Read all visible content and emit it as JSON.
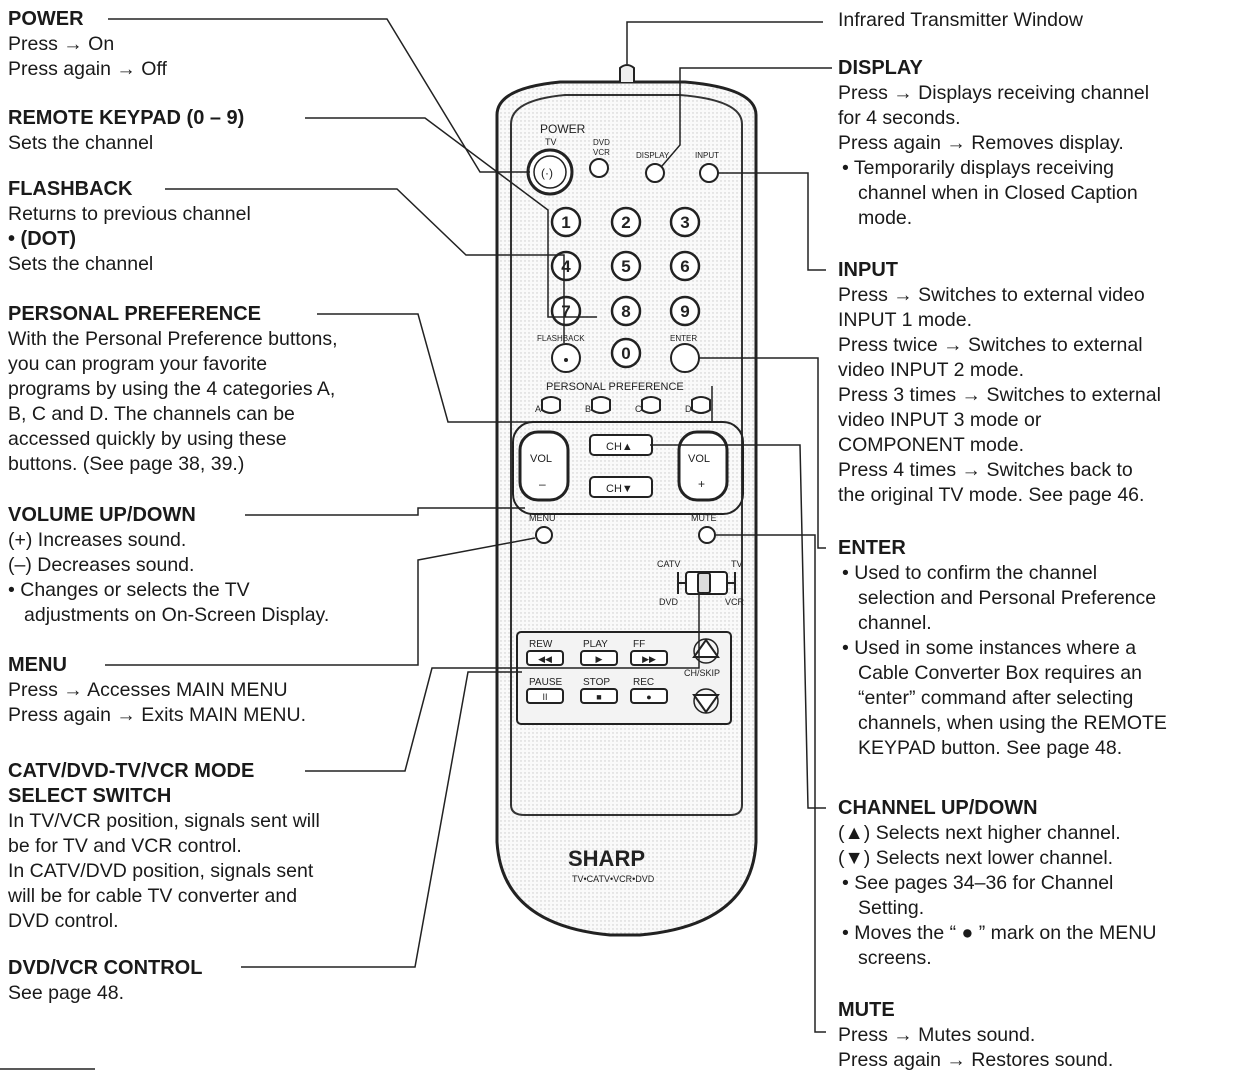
{
  "left": {
    "power": {
      "title": "POWER",
      "lines": [
        "Press → On",
        "Press again → Off"
      ]
    },
    "keypad": {
      "title": "REMOTE KEYPAD (0 – 9)",
      "lines": [
        "Sets the channel"
      ]
    },
    "flashback": {
      "title": "FLASHBACK",
      "lines": [
        "Returns to previous channel"
      ],
      "dot_title": "• (DOT)",
      "dot_lines": [
        "Sets the channel"
      ]
    },
    "personal": {
      "title": "PERSONAL PREFERENCE",
      "lines": [
        "With the Personal Preference buttons,",
        "you can program your favorite",
        "programs by using the 4 categories A,",
        "B, C and D. The channels can be",
        "accessed quickly by using these",
        "buttons. (See page 38, 39.)"
      ]
    },
    "volume": {
      "title": "VOLUME UP/DOWN",
      "lines": [
        "(+) Increases sound.",
        "(–) Decreases sound."
      ],
      "bullets": [
        "Changes or selects the TV",
        "adjustments on On-Screen Display."
      ]
    },
    "menu": {
      "title": "MENU",
      "lines": [
        "Press → Accesses MAIN MENU",
        "Press again → Exits MAIN MENU."
      ]
    },
    "mode": {
      "title": "CATV/DVD-TV/VCR MODE",
      "title2": "SELECT SWITCH",
      "lines": [
        "In TV/VCR position, signals sent will",
        "be for TV and VCR control.",
        "In CATV/DVD position, signals sent",
        "will be for cable TV converter and",
        "DVD control."
      ]
    },
    "dvdvcr": {
      "title": "DVD/VCR CONTROL",
      "lines": [
        "See page 48."
      ]
    }
  },
  "right": {
    "ir": {
      "title": "Infrared Transmitter Window"
    },
    "display": {
      "title": "DISPLAY",
      "lines": [
        "Press → Displays receiving channel",
        "for 4 seconds.",
        "Press again → Removes display."
      ],
      "bullet": "Temporarily displays receiving",
      "bullet_cont": [
        "channel when in Closed Caption",
        "mode."
      ]
    },
    "input": {
      "title": "INPUT",
      "lines": [
        "Press → Switches to external video",
        "INPUT 1 mode.",
        "Press twice → Switches to external",
        "video INPUT 2 mode.",
        "Press 3 times → Switches to external",
        "video INPUT 3 mode or",
        "COMPONENT mode.",
        "Press 4 times → Switches back to",
        "the original TV mode. See page 46."
      ]
    },
    "enter": {
      "title": "ENTER",
      "b1": [
        "Used to confirm the channel",
        "selection and Personal Preference",
        "channel."
      ],
      "b2": [
        "Used in some instances where a",
        "Cable Converter Box requires an",
        "“enter” command after selecting",
        "channels, when using the REMOTE",
        "KEYPAD button. See page 48."
      ]
    },
    "channel": {
      "title": "CHANNEL UP/DOWN",
      "lines": [
        "(▲) Selects next higher channel.",
        "(▼) Selects next lower channel."
      ],
      "b1": [
        "See pages 34–36 for Channel",
        "Setting."
      ],
      "b2": [
        "Moves the “ ● ” mark on the MENU",
        "screens."
      ]
    },
    "mute": {
      "title": "MUTE",
      "lines": [
        "Press → Mutes sound.",
        "Press again → Restores sound."
      ]
    }
  },
  "remote": {
    "power": "POWER",
    "tv": "TV",
    "dvd": "DVD",
    "vcr": "VCR",
    "display": "DISPLAY",
    "input": "INPUT",
    "digits": [
      "1",
      "2",
      "3",
      "4",
      "5",
      "6",
      "7",
      "8",
      "9",
      "0"
    ],
    "flashback": "FLASHBACK",
    "enter": "ENTER",
    "pp": "PERSONAL PREFERENCE",
    "pp_letters": [
      "A",
      "B",
      "C",
      "D"
    ],
    "ch_up": "CH▲",
    "ch_dn": "CH▼",
    "vol": "VOL",
    "menu": "MENU",
    "mute": "MUTE",
    "catv": "CATV",
    "tv2": "TV",
    "dvd2": "DVD",
    "vcr2": "VCR",
    "rew": "REW",
    "play": "PLAY",
    "ff": "FF",
    "pause": "PAUSE",
    "stop": "STOP",
    "rec": "REC",
    "chskip": "CH/SKIP",
    "brand": "SHARP",
    "brand_sub": "TV•CATV•VCR•DVD"
  }
}
